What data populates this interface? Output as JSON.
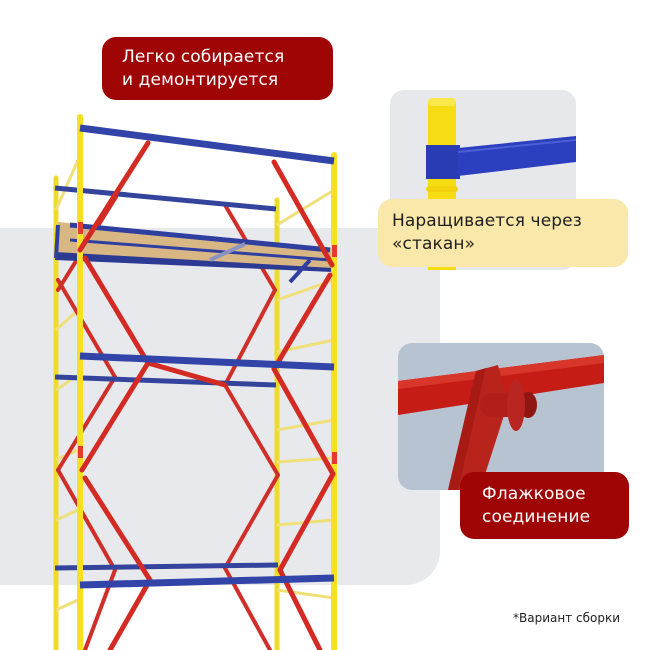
{
  "labels": {
    "top": {
      "line1": "Легко собирается",
      "line2": "и демонтируется"
    },
    "stakan": {
      "line1": "Наращивается через",
      "line2": "«стакан»"
    },
    "flag": {
      "line1": "Флажковое",
      "line2": "соединение"
    }
  },
  "footnote": "*Вариант сборки",
  "colors": {
    "red_label": "#a00506",
    "yellow_label": "#f9e8aa",
    "frame_yellow": "#f5e11c",
    "rail_blue": "#2f3fa0",
    "brace_red": "#d42a24",
    "panel_gray": "#e7e9ec"
  },
  "images": {
    "main": "mobile-scaffold-tower",
    "detail_top": "stakan-cup-joint",
    "detail_bottom": "flag-connection-joint"
  }
}
